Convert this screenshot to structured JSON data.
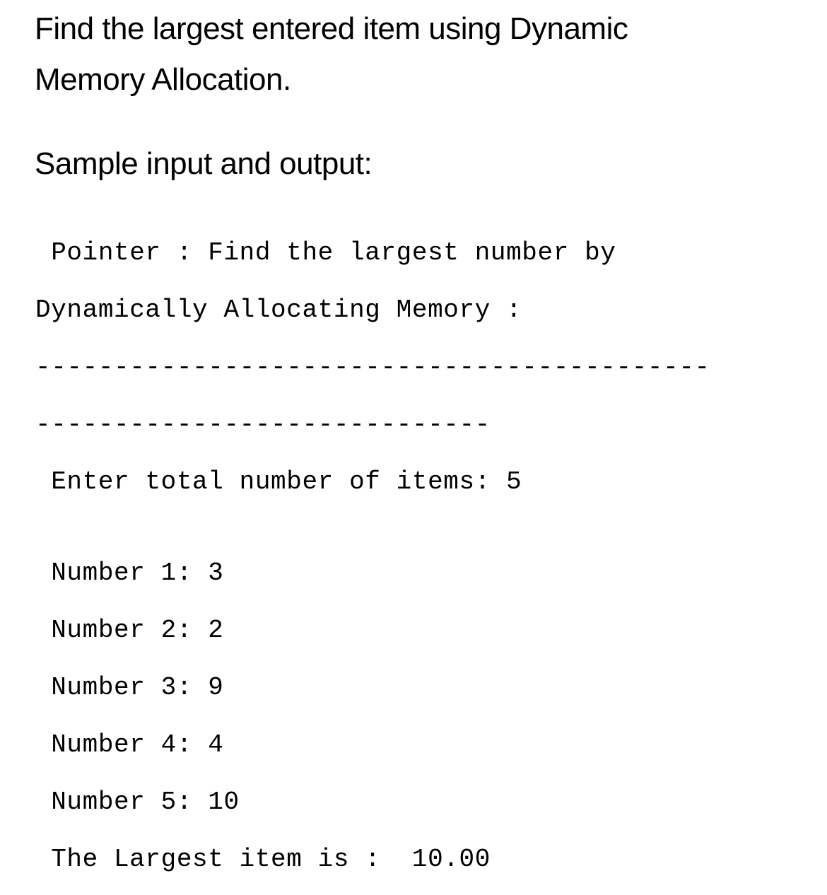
{
  "heading": {
    "title_line_1": "Find the largest entered item using Dynamic",
    "title_line_2": "Memory Allocation.",
    "subtitle": "Sample input and output:"
  },
  "console": {
    "header_line_1": " Pointer : Find the largest number by",
    "header_line_2": "Dynamically Allocating Memory :",
    "separator_line_1": "-------------------------------------------",
    "separator_line_2": "-----------------------------",
    "total_prompt": " Enter total number of items: 5",
    "numbers": [
      " Number 1: 3",
      " Number 2: 2",
      " Number 3: 9",
      " Number 4: 4",
      " Number 5: 10"
    ],
    "result": " The Largest item is :  10.00"
  }
}
